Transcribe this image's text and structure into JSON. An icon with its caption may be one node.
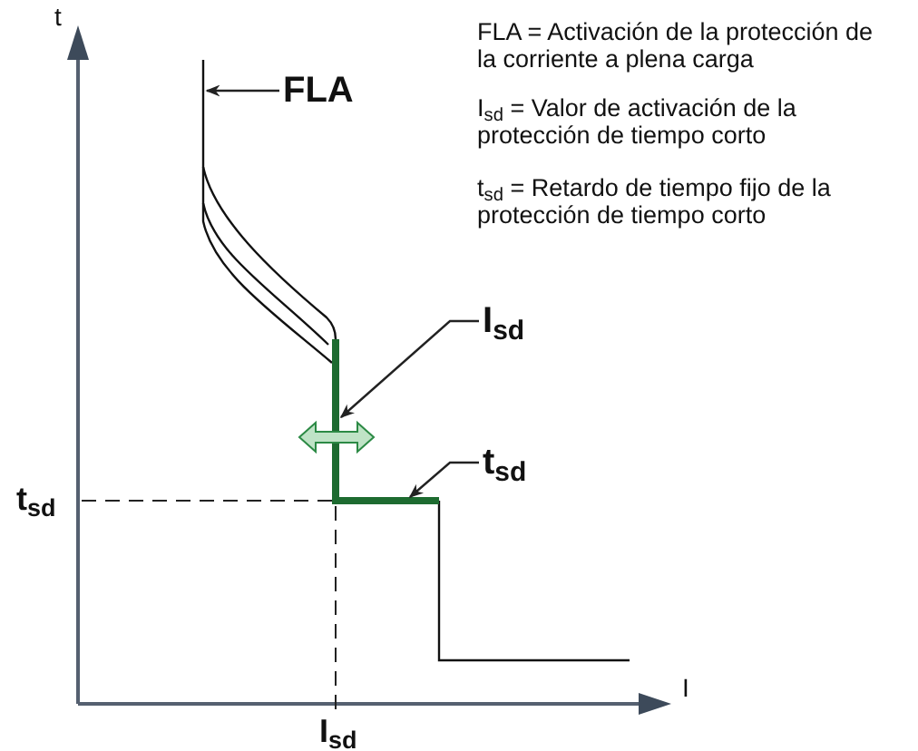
{
  "diagram": {
    "nodes": [
      {
        "text": [
          "FLA"
        ]
      },
      {
        "text": [
          "I$_{sd}$"
        ]
      },
      {
        "text": [
          "t$_{sd}$"
        ]
      }
    ],
    "edges": [
      {
        "from": 0,
        "to": null,
        "arrow": "to"
      },
      {
        "from": 1,
        "to": null,
        "arrow": "to"
      },
      {
        "from": 2,
        "to": null,
        "arrow": "to"
      }
    ],
    "labels": [
      "t",
      "FLA = Activación de la protección de la corriente a plena carga",
      "I$_{sd}$ = Valor de activación de la protección de tiempo corto",
      "t$_{sd}$ = Retardo de tiempo fijo de la protección de tiempo corto",
      "t$_{sd}$",
      "I",
      "I$_{sd}$"
    ]
  }
}
